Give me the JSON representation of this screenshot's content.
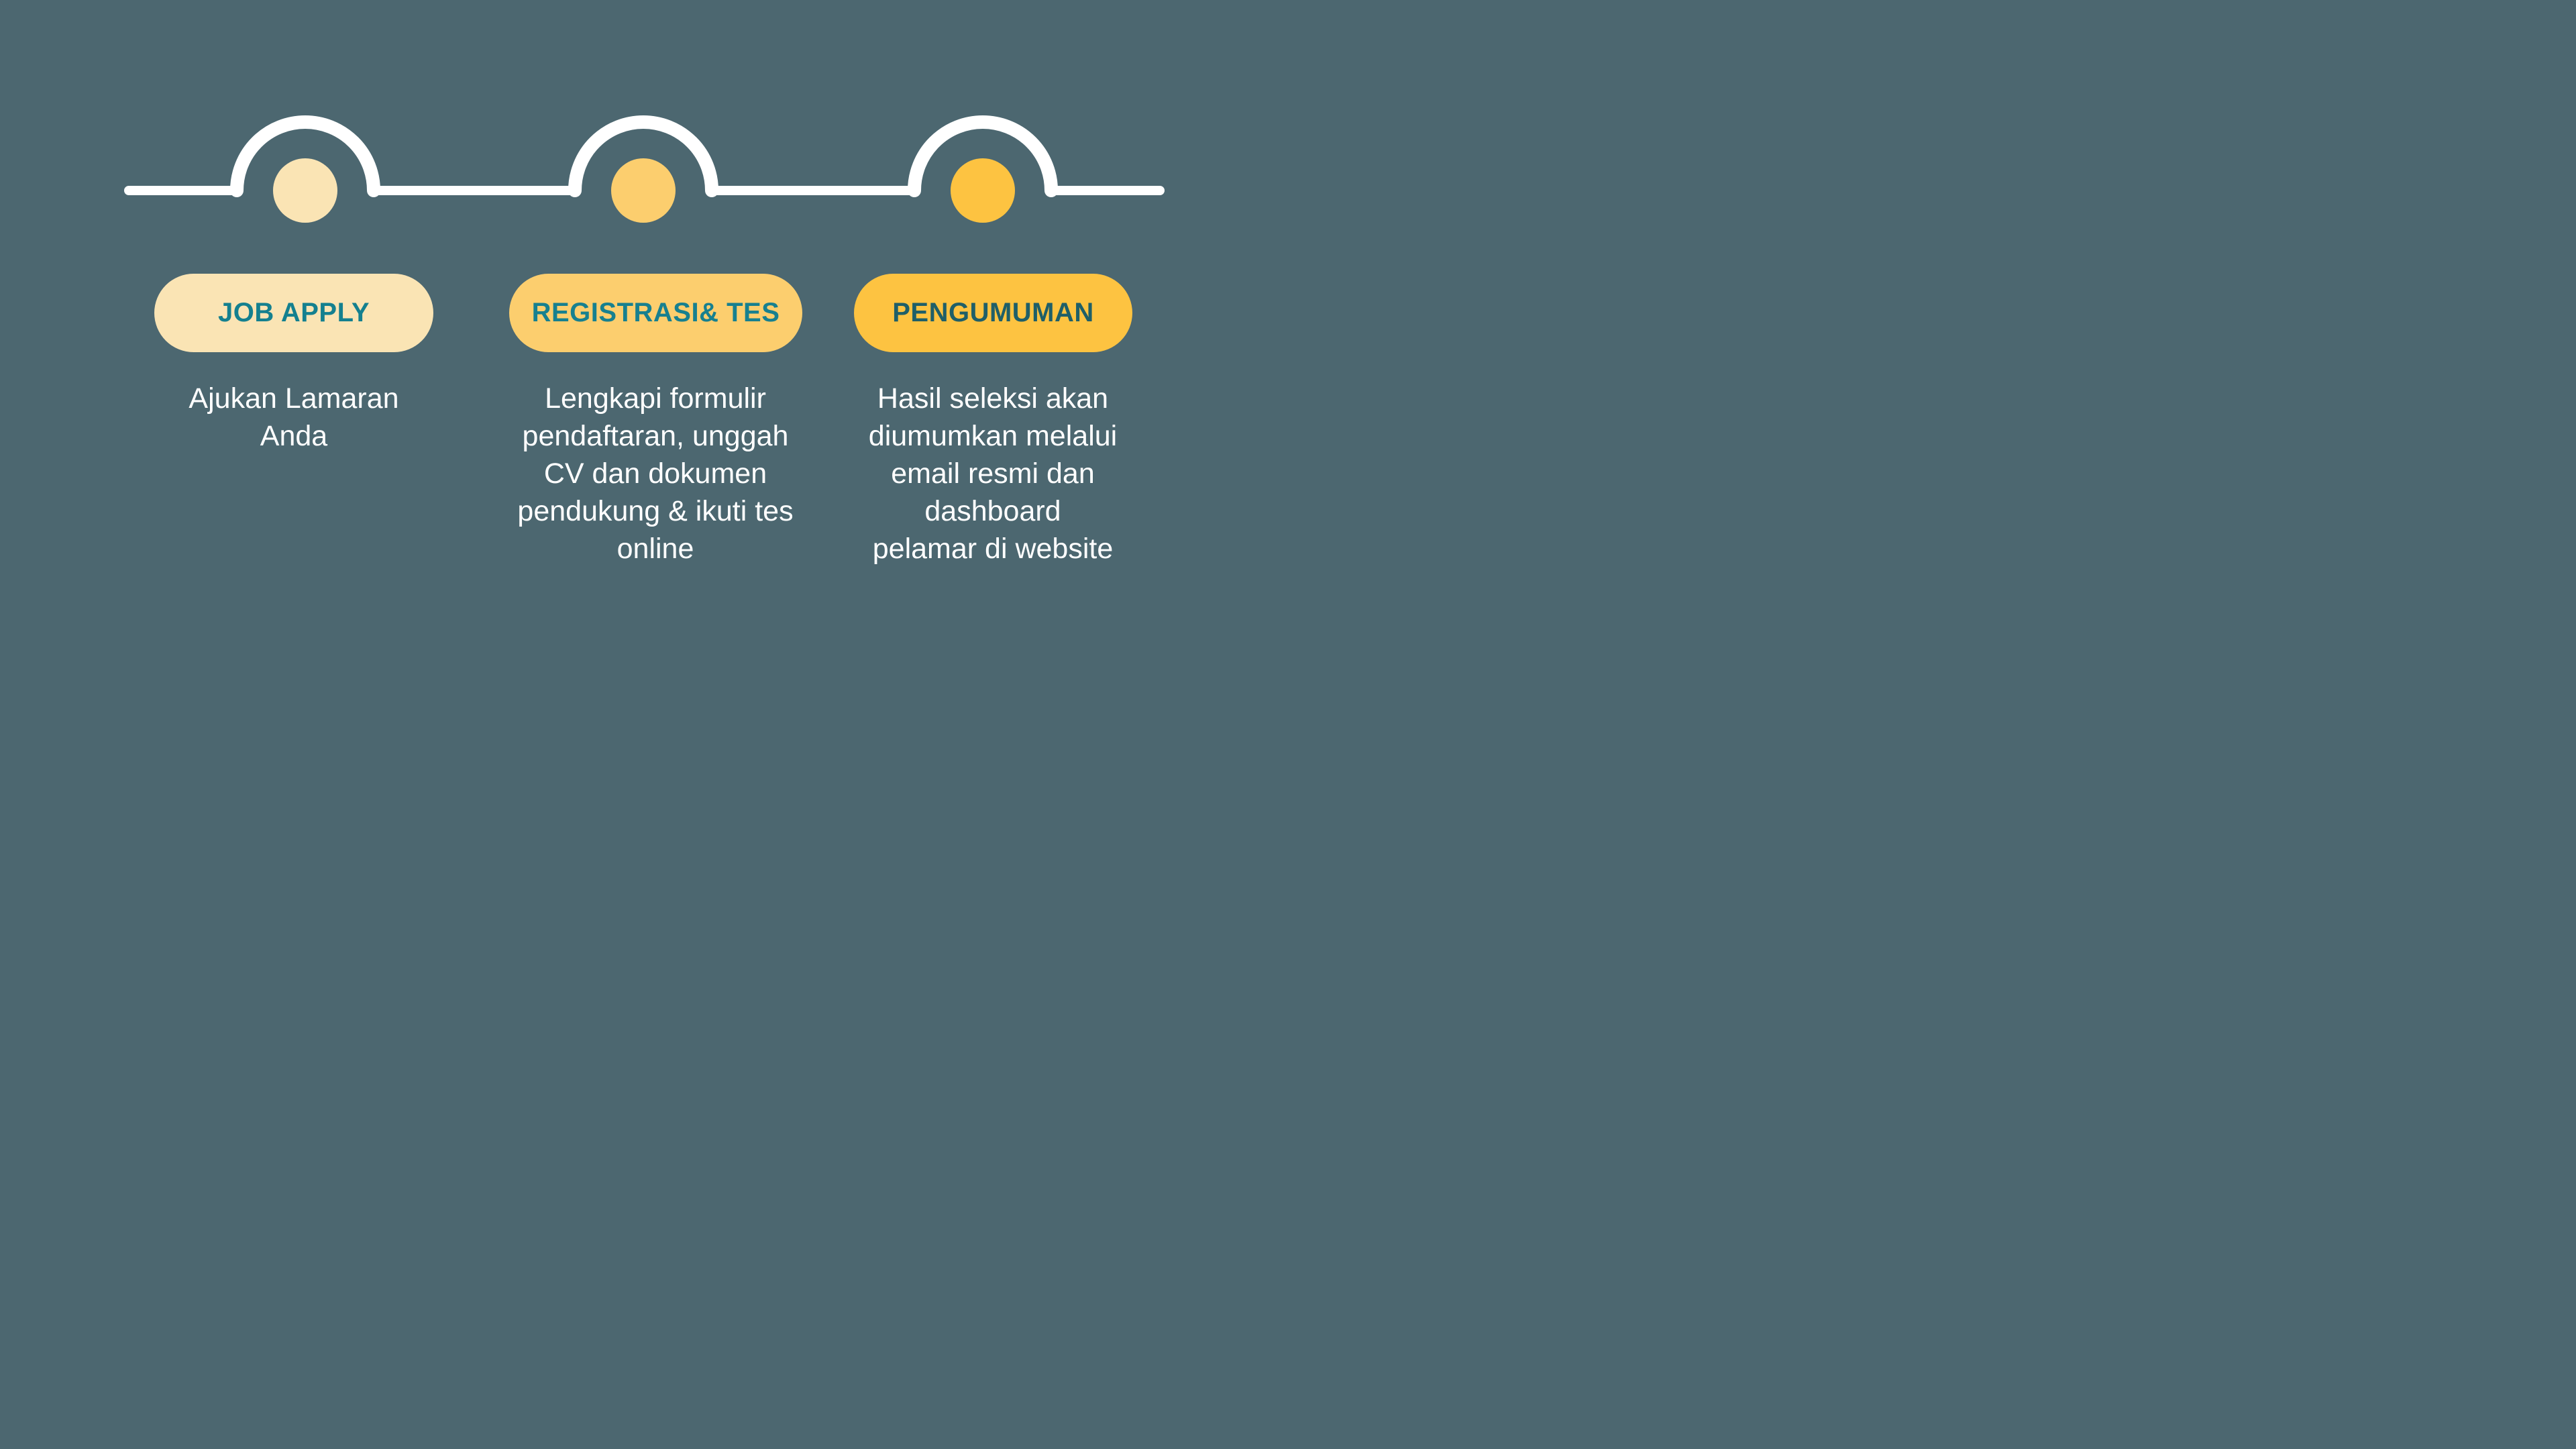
{
  "colors": {
    "background": "#4C6770",
    "timeline_line": "#FFFFFF",
    "body_text": "#FFFFFF"
  },
  "steps": [
    {
      "title": "JOB APPLY",
      "description": "Ajukan Lamaran\nAnda",
      "fill": "#FAE4B4",
      "title_color": "#14808F"
    },
    {
      "title": "REGISTRASI& TES",
      "description": "Lengkapi formulir\npendaftaran, unggah\nCV dan dokumen\npendukung & ikuti tes\nonline",
      "fill": "#FCCE6E",
      "title_color": "#17808F"
    },
    {
      "title": "PENGUMUMAN",
      "description": "Hasil seleksi akan\ndiumumkan melalui\nemail resmi dan\ndashboard\npelamar di website",
      "fill": "#FDC341",
      "title_color": "#1F5F68"
    }
  ]
}
